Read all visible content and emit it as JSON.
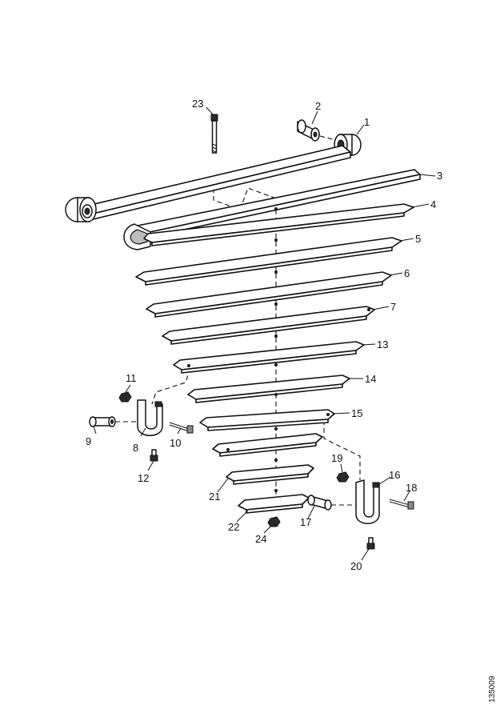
{
  "document_number": "135009",
  "callouts": {
    "c1": "1",
    "c2": "2",
    "c3": "3",
    "c4": "4",
    "c5": "5",
    "c6": "6",
    "c7": "7",
    "c8": "8",
    "c9": "9",
    "c10": "10",
    "c11": "11",
    "c12": "12",
    "c13": "13",
    "c14": "14",
    "c15": "15",
    "c16": "16",
    "c17": "17",
    "c18": "18",
    "c19": "19",
    "c20": "20",
    "c21": "21",
    "c22": "22",
    "c23": "23",
    "c24": "24"
  }
}
